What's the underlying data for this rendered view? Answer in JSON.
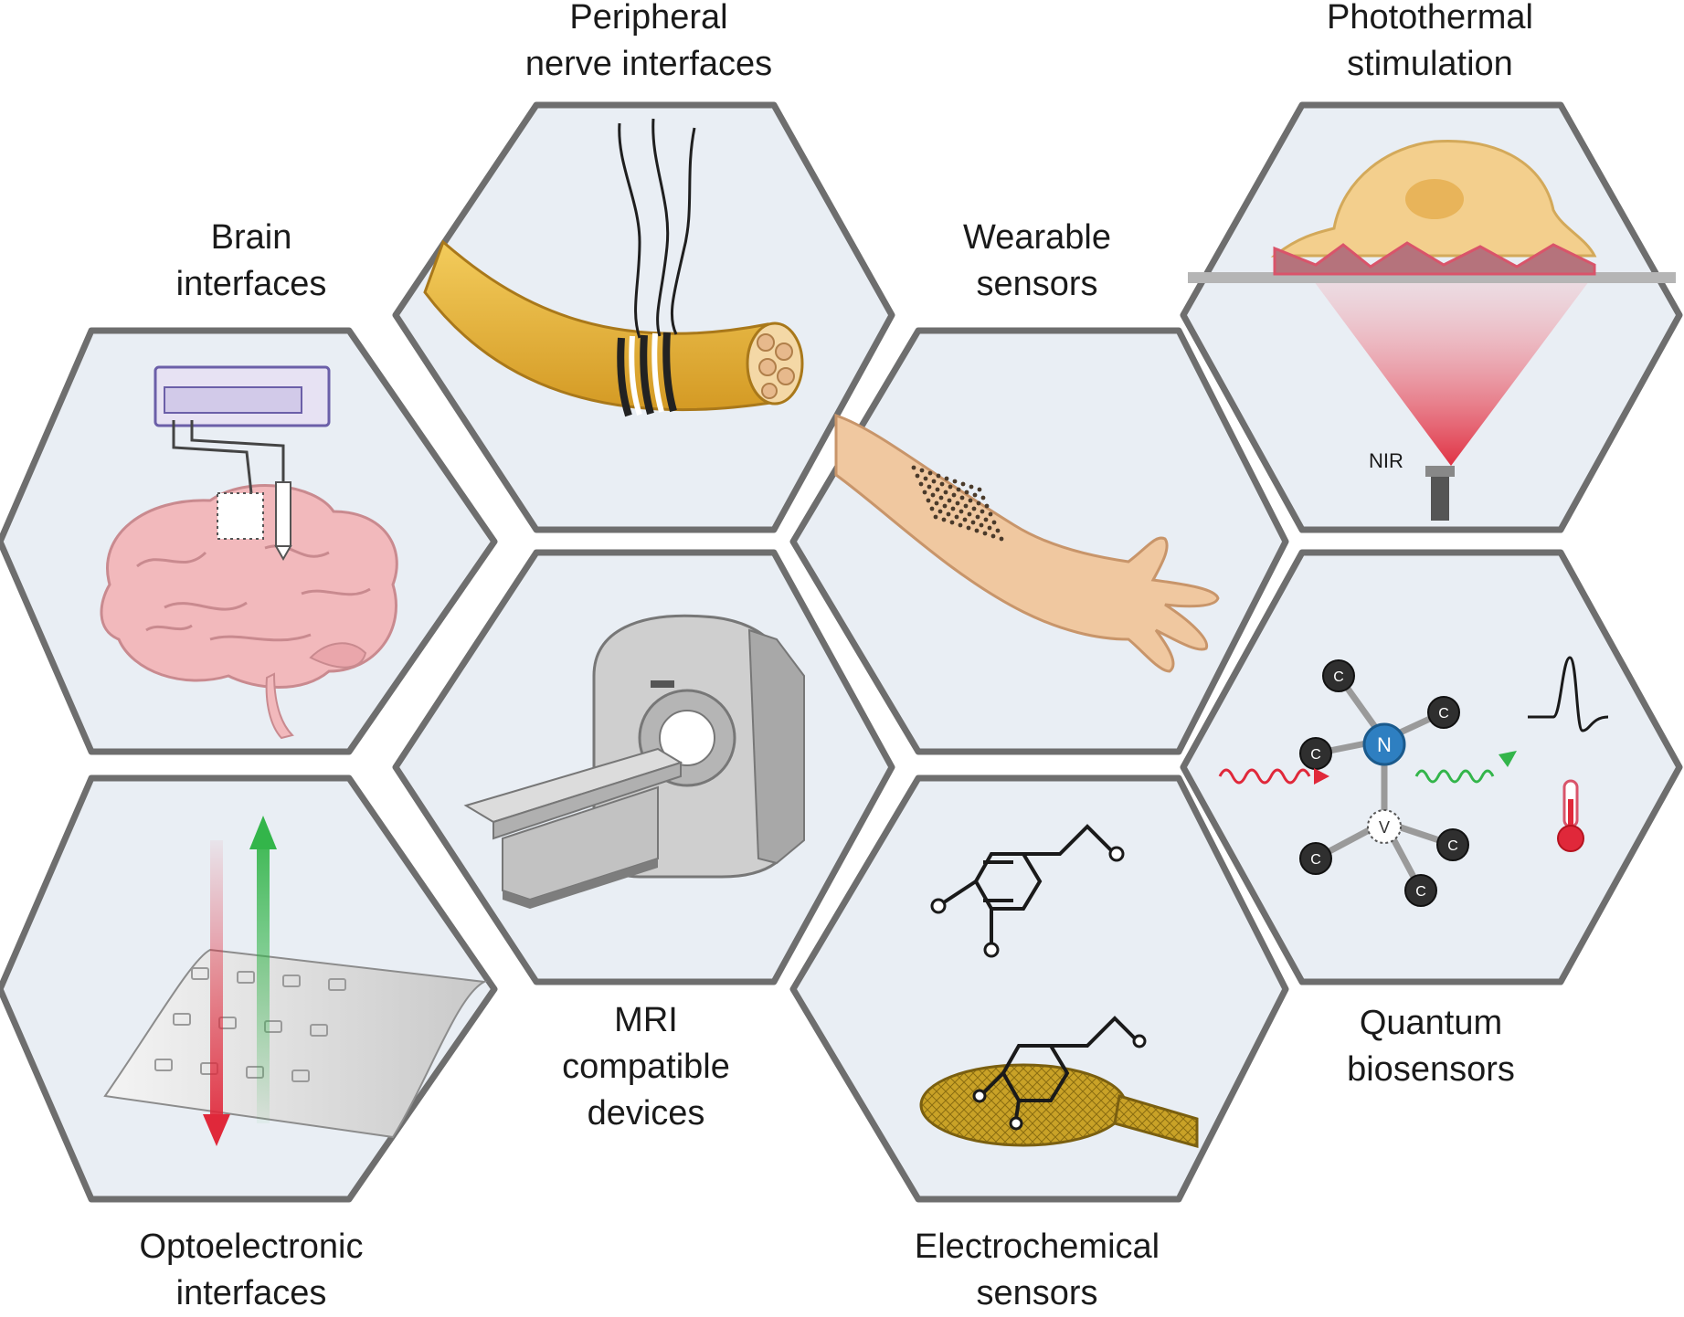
{
  "panels": {
    "brain": {
      "label_lines": [
        "Brain",
        "interfaces"
      ]
    },
    "peripheral": {
      "label_lines": [
        "Peripheral",
        "nerve interfaces"
      ]
    },
    "wearable": {
      "label_lines": [
        "Wearable",
        "sensors"
      ]
    },
    "photothermal": {
      "label_lines": [
        "Photothermal",
        "stimulation"
      ],
      "light_label": "NIR"
    },
    "optoelectronic": {
      "label_lines": [
        "Optoelectronic",
        "interfaces"
      ]
    },
    "mri": {
      "label_lines": [
        "MRI",
        "compatible",
        "devices"
      ]
    },
    "electrochemical": {
      "label_lines": [
        "Electrochemical",
        "sensors"
      ]
    },
    "quantum": {
      "label_lines": [
        "Quantum",
        "biosensors"
      ],
      "atom_c": "C",
      "atom_n": "N",
      "atom_v": "V"
    }
  },
  "colors": {
    "hex_fill": "#e9eef4",
    "hex_border": "#6e6e6e",
    "nerve": "#e8b43a",
    "brain": "#f2b9bc",
    "skin": "#f0c8a0",
    "nir_red": "#e0283a",
    "green_arrow": "#33b54a",
    "nitrogen": "#2e7fc1",
    "carbon": "#2f2f2f"
  }
}
